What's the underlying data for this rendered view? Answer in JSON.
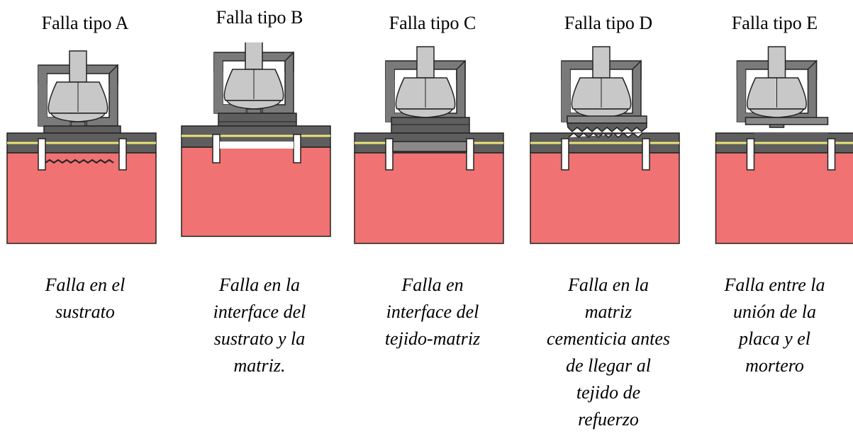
{
  "colors": {
    "substrate": "#f07272",
    "band_dark": "#5e5e5e",
    "band_light": "#8a8a8a",
    "fiber": "#e9e27a",
    "frame": "#7a7a7a",
    "dolly": "#c8c8c8",
    "outline": "#222222"
  },
  "panels": [
    {
      "title": "Falla tipo A",
      "caption": [
        "Falla en el",
        "sustrato"
      ]
    },
    {
      "title": "Falla tipo B",
      "caption": [
        "Falla en la",
        "interface del",
        "sustrato y la",
        "matriz."
      ]
    },
    {
      "title": "Falla tipo C",
      "caption": [
        "Falla en",
        "interface del",
        "tejido-matriz"
      ]
    },
    {
      "title": "Falla tipo D",
      "caption": [
        "Falla en la",
        "matriz",
        "cementicia antes",
        "de llegar al",
        "tejido de",
        "refuerzo"
      ]
    },
    {
      "title": "Falla tipo E",
      "caption": [
        "Falla entre la",
        "unión de la",
        "placa y el",
        "mortero"
      ]
    }
  ]
}
